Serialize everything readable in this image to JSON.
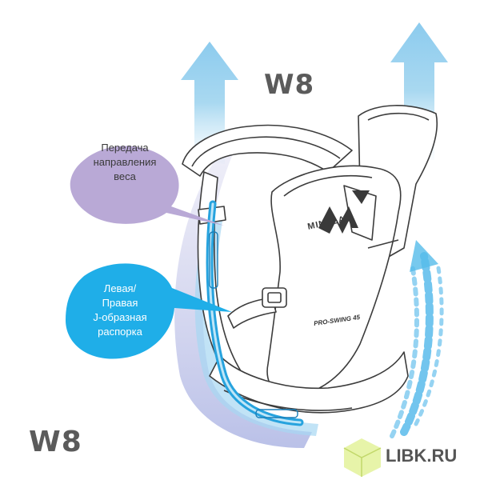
{
  "bubbles": {
    "weight": {
      "lines": [
        "Передача",
        "направления",
        "веса"
      ],
      "color": "#b9a9d6"
    },
    "strut": {
      "lines": [
        "Левая/",
        "Правая",
        "J-образная",
        "распорка"
      ],
      "color": "#1faee8"
    }
  },
  "logos": {
    "w8_top": "W8",
    "w8_bottom": "W8",
    "brand": "MINELAB",
    "harness_label": "PRO-SWING 45",
    "site": "LIBK.RU"
  },
  "colors": {
    "arrow_blue": "#9fd4ef",
    "arrow_purple": "#b7b8e2",
    "outline": "#3c3c3c",
    "strut": "#27a3de"
  }
}
